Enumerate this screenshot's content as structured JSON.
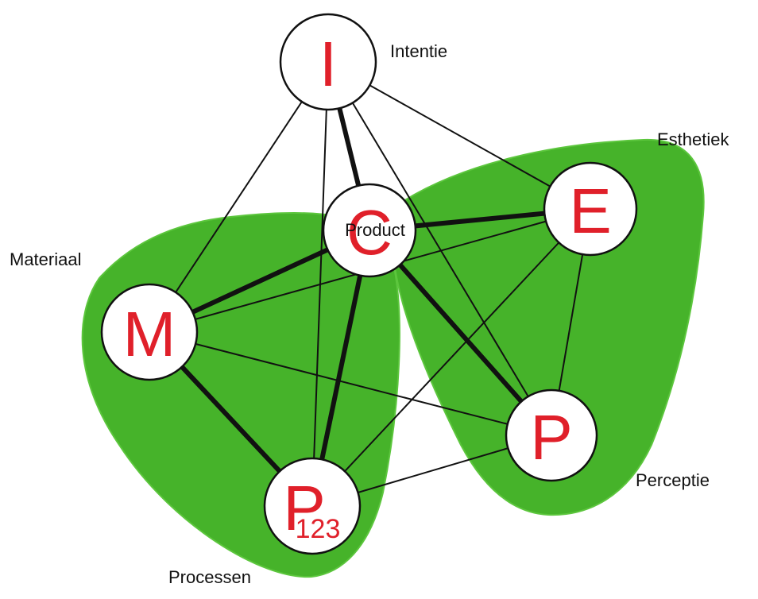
{
  "colors": {
    "region": "#46b32a",
    "region_edge": "#5cc63d",
    "node_letter": "#e0202a",
    "line": "#111111",
    "node_fill": "#ffffff"
  },
  "nodes": {
    "intentie": {
      "letter": "I",
      "label": "Intentie"
    },
    "product": {
      "letter": "C",
      "label": "Product"
    },
    "esthetiek": {
      "letter": "E",
      "label": "Esthetiek"
    },
    "materiaal": {
      "letter": "M",
      "label": "Materiaal"
    },
    "perceptie": {
      "letter": "P",
      "label": "Perceptie"
    },
    "processen": {
      "letter": "P",
      "subscript": "123",
      "label": "Processen"
    }
  },
  "edges": [
    {
      "from": "intentie",
      "to": "product",
      "weight": "thick"
    },
    {
      "from": "intentie",
      "to": "materiaal",
      "weight": "thin"
    },
    {
      "from": "intentie",
      "to": "processen",
      "weight": "thin"
    },
    {
      "from": "intentie",
      "to": "esthetiek",
      "weight": "thin"
    },
    {
      "from": "intentie",
      "to": "perceptie",
      "weight": "thin"
    },
    {
      "from": "product",
      "to": "materiaal",
      "weight": "thick"
    },
    {
      "from": "product",
      "to": "processen",
      "weight": "thick"
    },
    {
      "from": "product",
      "to": "esthetiek",
      "weight": "thick"
    },
    {
      "from": "product",
      "to": "perceptie",
      "weight": "thick"
    },
    {
      "from": "materiaal",
      "to": "processen",
      "weight": "thick"
    },
    {
      "from": "materiaal",
      "to": "esthetiek",
      "weight": "thin"
    },
    {
      "from": "materiaal",
      "to": "perceptie",
      "weight": "thin"
    },
    {
      "from": "processen",
      "to": "esthetiek",
      "weight": "thin"
    },
    {
      "from": "processen",
      "to": "perceptie",
      "weight": "thin"
    },
    {
      "from": "esthetiek",
      "to": "perceptie",
      "weight": "thin"
    }
  ]
}
